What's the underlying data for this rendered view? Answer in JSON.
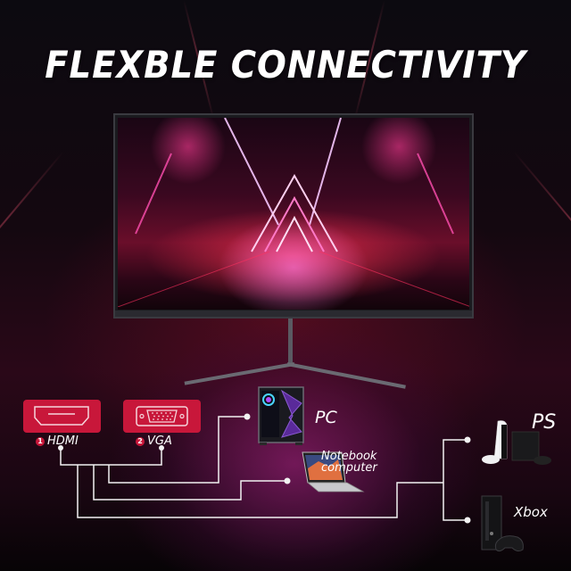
{
  "title": "FLEXBLE CONNECTIVITY",
  "ports": [
    {
      "number": "1",
      "label": "HDMI",
      "icon": "hdmi-port-icon"
    },
    {
      "number": "2",
      "label": "VGA",
      "icon": "vga-port-icon"
    }
  ],
  "devices": [
    {
      "label": "PC",
      "icon": "desktop-pc-icon"
    },
    {
      "label_line1": "Notebook",
      "label_line2": "computer",
      "icon": "laptop-icon"
    },
    {
      "label": "PS",
      "icon": "playstation-console-icon"
    },
    {
      "label": "Xbox",
      "icon": "xbox-console-icon"
    }
  ],
  "colors": {
    "accent_red": "#c8173a",
    "line_white": "#f2f2f2",
    "background": "#0a0608"
  }
}
